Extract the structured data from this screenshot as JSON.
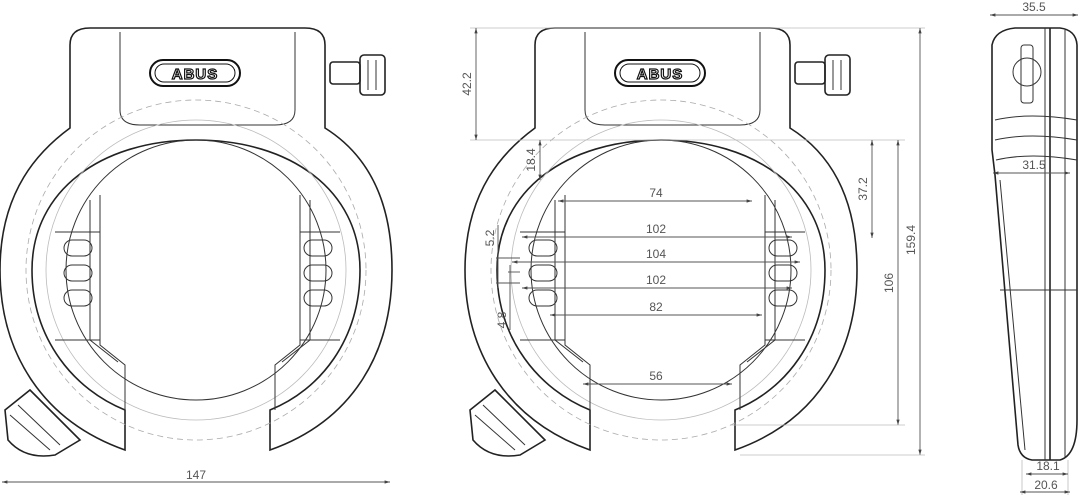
{
  "drawing": {
    "brand_logo": "ABUS",
    "front_view": {
      "width_label": "147"
    },
    "dimension_view": {
      "labels": {
        "housing_height": "42.2",
        "upper_offset": "18.4",
        "inner_74": "74",
        "mount_offset": "37.2",
        "total_height": "159.4",
        "inner_102_top": "102",
        "inner_104": "104",
        "inner_102_bottom": "102",
        "inner_82": "82",
        "slot_5_2": "5.2",
        "slot_4_8": "4.8",
        "opening_56": "56",
        "height_106": "106"
      }
    },
    "side_view": {
      "labels": {
        "top_width": "35.5",
        "mid_width": "31.5",
        "bottom_inner": "18.1",
        "bottom_outer": "20.6"
      }
    }
  }
}
